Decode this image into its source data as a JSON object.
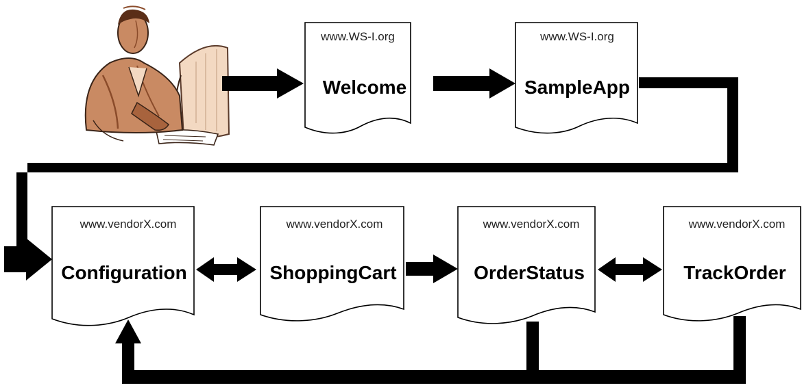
{
  "diagram": {
    "nodes": [
      {
        "id": "welcome",
        "url": "www.WS-I.org",
        "label": "Welcome"
      },
      {
        "id": "sampleapp",
        "url": "www.WS-I.org",
        "label": "SampleApp"
      },
      {
        "id": "configuration",
        "url": "www.vendorX.com",
        "label": "Configuration"
      },
      {
        "id": "shoppingcart",
        "url": "www.vendorX.com",
        "label": "ShoppingCart"
      },
      {
        "id": "orderstatus",
        "url": "www.vendorX.com",
        "label": "OrderStatus"
      },
      {
        "id": "trackorder",
        "url": "www.vendorX.com",
        "label": "TrackOrder"
      }
    ],
    "edges": [
      {
        "from": "user",
        "to": "welcome",
        "type": "one-way"
      },
      {
        "from": "welcome",
        "to": "sampleapp",
        "type": "one-way"
      },
      {
        "from": "sampleapp",
        "to": "configuration",
        "type": "one-way"
      },
      {
        "from": "configuration",
        "to": "shoppingcart",
        "type": "two-way"
      },
      {
        "from": "shoppingcart",
        "to": "orderstatus",
        "type": "one-way"
      },
      {
        "from": "orderstatus",
        "to": "trackorder",
        "type": "two-way"
      },
      {
        "from": "orderstatus",
        "to": "configuration",
        "type": "one-way"
      },
      {
        "from": "trackorder",
        "to": "configuration",
        "type": "one-way"
      }
    ],
    "user_icon": "person-at-computer-icon",
    "colors": {
      "skin": "#c98a63",
      "skin_dark": "#8a4b2a",
      "monitor": "#f3d9c2"
    }
  }
}
